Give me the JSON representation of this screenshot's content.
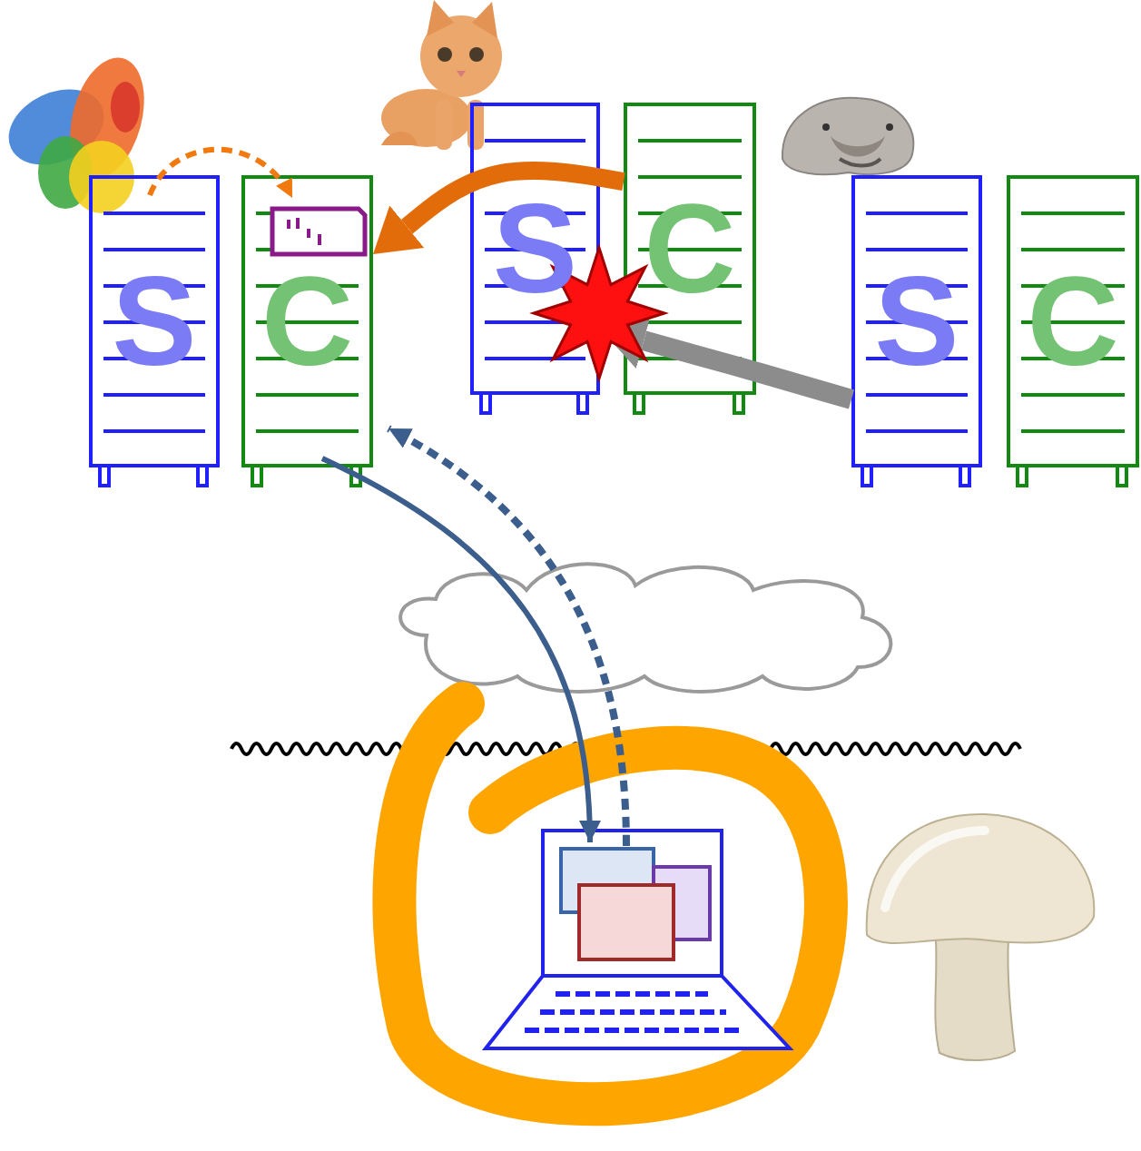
{
  "diagram": {
    "nodes": [
      {
        "text": [
          "S"
        ]
      },
      {
        "text": [
          "C"
        ]
      },
      {
        "text": [
          "S"
        ]
      },
      {
        "text": [
          "C"
        ]
      },
      {
        "text": [
          "S"
        ]
      },
      {
        "text": [
          "C"
        ]
      }
    ],
    "edges": [
      {
        "from": 3,
        "to": 1,
        "arrow": "to"
      },
      {
        "from": 4,
        "to": 2,
        "arrow": "to"
      }
    ]
  }
}
